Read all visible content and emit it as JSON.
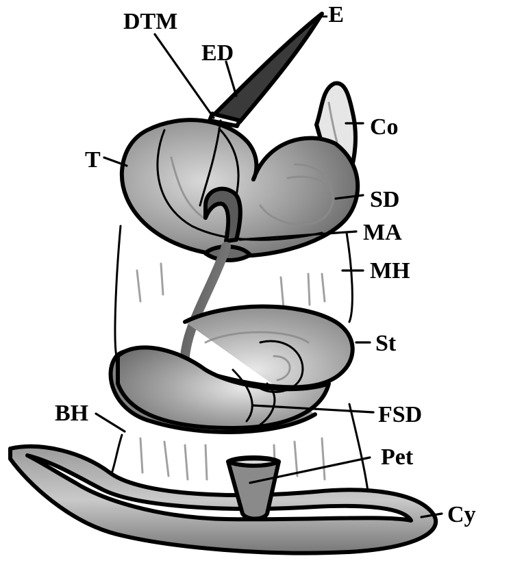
{
  "labels": {
    "E": "-E",
    "DTM": "DTM",
    "ED": "ED",
    "Co": "Co",
    "T": "T",
    "SD": "SD",
    "MA": "MA",
    "MH": "MH",
    "St": "St",
    "FSD": "FSD",
    "BH": "BH",
    "Pet": "Pet",
    "Cy": "Cy"
  },
  "colors": {
    "ink": "#000000",
    "dark_shade": "#6e6e6e",
    "mid_shade": "#9c9c9c",
    "light_shade": "#c8c8c8",
    "paper": "#ffffff"
  }
}
